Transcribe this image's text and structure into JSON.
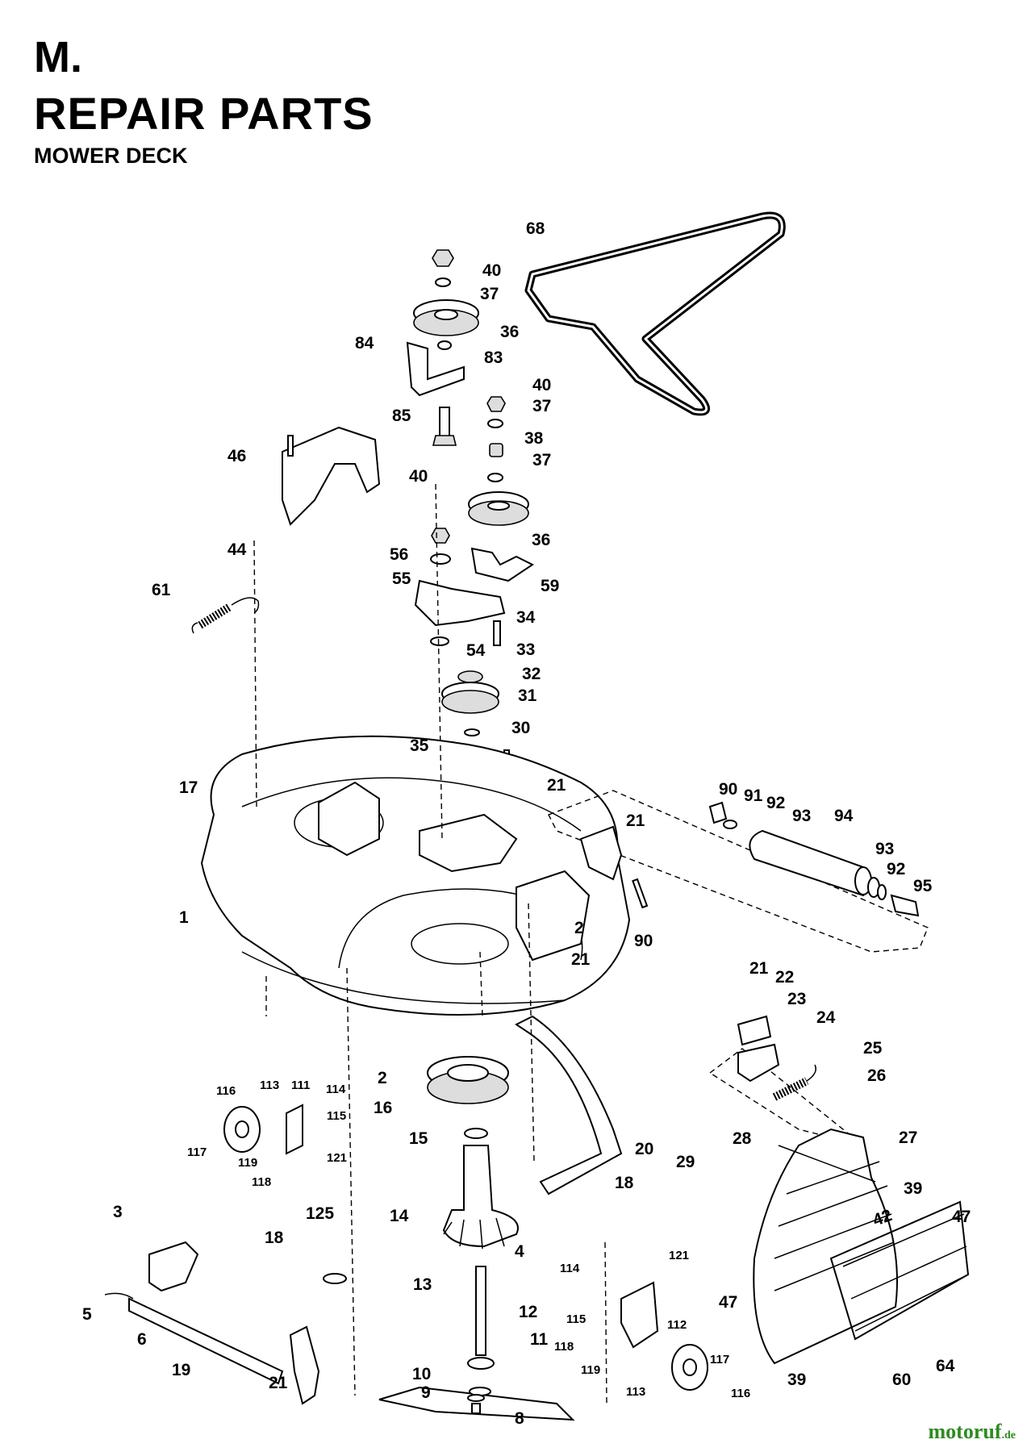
{
  "header": {
    "section": "M.",
    "title": "REPAIR PARTS",
    "subtitle": "MOWER DECK"
  },
  "watermark": "motoruf",
  "watermark_suffix": ".de",
  "callouts": [
    "68",
    "40",
    "37",
    "36",
    "84",
    "83",
    "40",
    "37",
    "85",
    "38",
    "37",
    "46",
    "40",
    "36",
    "44",
    "56",
    "55",
    "59",
    "61",
    "34",
    "54",
    "33",
    "32",
    "31",
    "35",
    "30",
    "17",
    "21",
    "90",
    "91",
    "92",
    "93",
    "21",
    "94",
    "93",
    "92",
    "95",
    "1",
    "2",
    "21",
    "90",
    "21",
    "22",
    "23",
    "24",
    "25",
    "26",
    "2",
    "113",
    "111",
    "114",
    "116",
    "115",
    "16",
    "117",
    "119",
    "121",
    "118",
    "15",
    "20",
    "27",
    "28",
    "29",
    "3",
    "14",
    "18",
    "39",
    "47",
    "125",
    "4",
    "18",
    "114",
    "121",
    "13",
    "12",
    "112",
    "115",
    "47",
    "5",
    "6",
    "11",
    "118",
    "19",
    "119",
    "117",
    "21",
    "10",
    "9",
    "8",
    "113",
    "116",
    "39",
    "60",
    "64"
  ]
}
